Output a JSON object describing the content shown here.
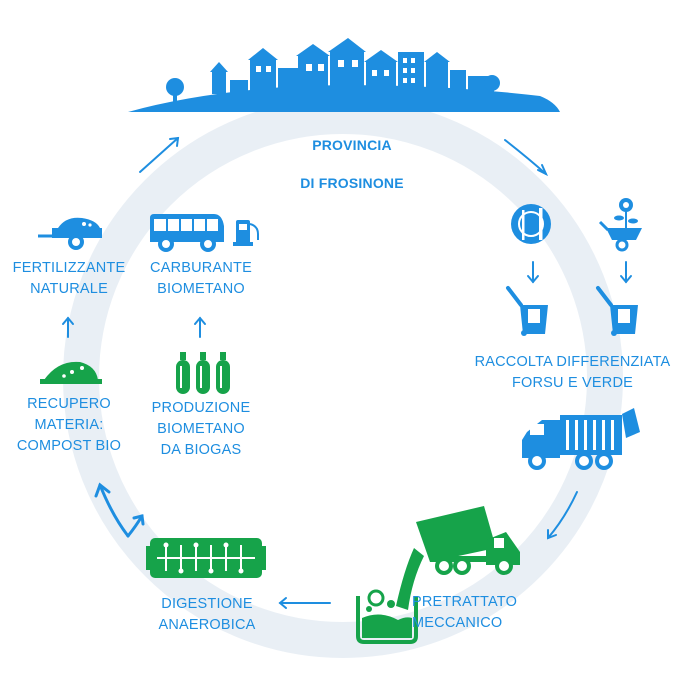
{
  "title": {
    "line1": "PROVINCIA",
    "line2": "DI FROSINONE"
  },
  "stages": {
    "raccolta": "RACCOLTA DIFFERENZIATA\nFORSU E VERDE",
    "pretrattato": "PRETRATTATO\nMECCANICO",
    "digestione": "DIGESTIONE\nANAEROBICA",
    "recupero": "RECUPERO\nMATERIA:\nCOMPOST BIO",
    "fertilizzante": "FERTILIZZANTE\nNATURALE",
    "produzione": "PRODUZIONE\nBIOMETANO\nDA BIOGAS",
    "carburante": "CARBURANTE\nBIOMETANO"
  },
  "colors": {
    "blue": "#1e8ee0",
    "green": "#16a34a",
    "ring": "#e9eff5"
  },
  "icons": [
    "city-skyline-icon",
    "plate-cutlery-icon",
    "wheelbarrow-plant-icon",
    "bin-icon",
    "garbage-truck-icon",
    "dump-truck-icon",
    "waste-tank-icon",
    "digester-icon",
    "compost-pile-icon",
    "biogas-cylinders-icon",
    "trailer-icon",
    "bus-icon",
    "fuel-pump-icon"
  ]
}
